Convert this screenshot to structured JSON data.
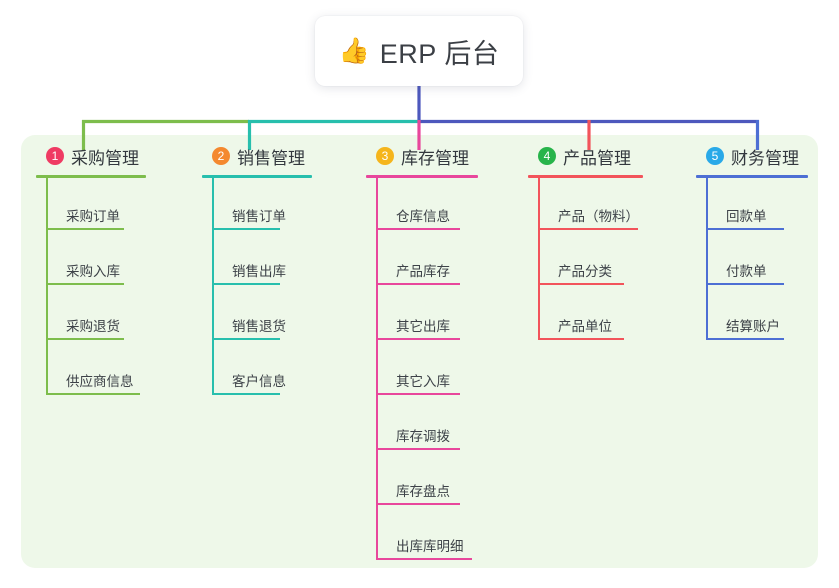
{
  "root": {
    "icon": "thumbs-up-icon",
    "emoji": "👍",
    "title": "ERP 后台"
  },
  "theme": {
    "panel_bg": "#eef8e9",
    "page_bg": "#ffffff",
    "text": "#33383e",
    "root_stem": "#4d58bd"
  },
  "columns": [
    {
      "index": "1",
      "title": "采购管理",
      "badge_color": "#ef3b63",
      "line_color": "#7dbd4c",
      "items": [
        "采购订单",
        "采购入库",
        "采购退货",
        "供应商信息"
      ]
    },
    {
      "index": "2",
      "title": "销售管理",
      "badge_color": "#f4892f",
      "line_color": "#27bfad",
      "items": [
        "销售订单",
        "销售出库",
        "销售退货",
        "客户信息"
      ]
    },
    {
      "index": "3",
      "title": "库存管理",
      "badge_color": "#f5b51c",
      "line_color": "#e8479c",
      "items": [
        "仓库信息",
        "产品库存",
        "其它出库",
        "其它入库",
        "库存调拨",
        "库存盘点",
        "出库库明细"
      ]
    },
    {
      "index": "4",
      "title": "产品管理",
      "badge_color": "#27b44a",
      "line_color": "#f2545b",
      "items": [
        "产品（物料）",
        "产品分类",
        "产品单位"
      ]
    },
    {
      "index": "5",
      "title": "财务管理",
      "badge_color": "#29a9e8",
      "line_color": "#4d6fd4",
      "items": [
        "回款单",
        "付款单",
        "结算账户"
      ]
    }
  ]
}
